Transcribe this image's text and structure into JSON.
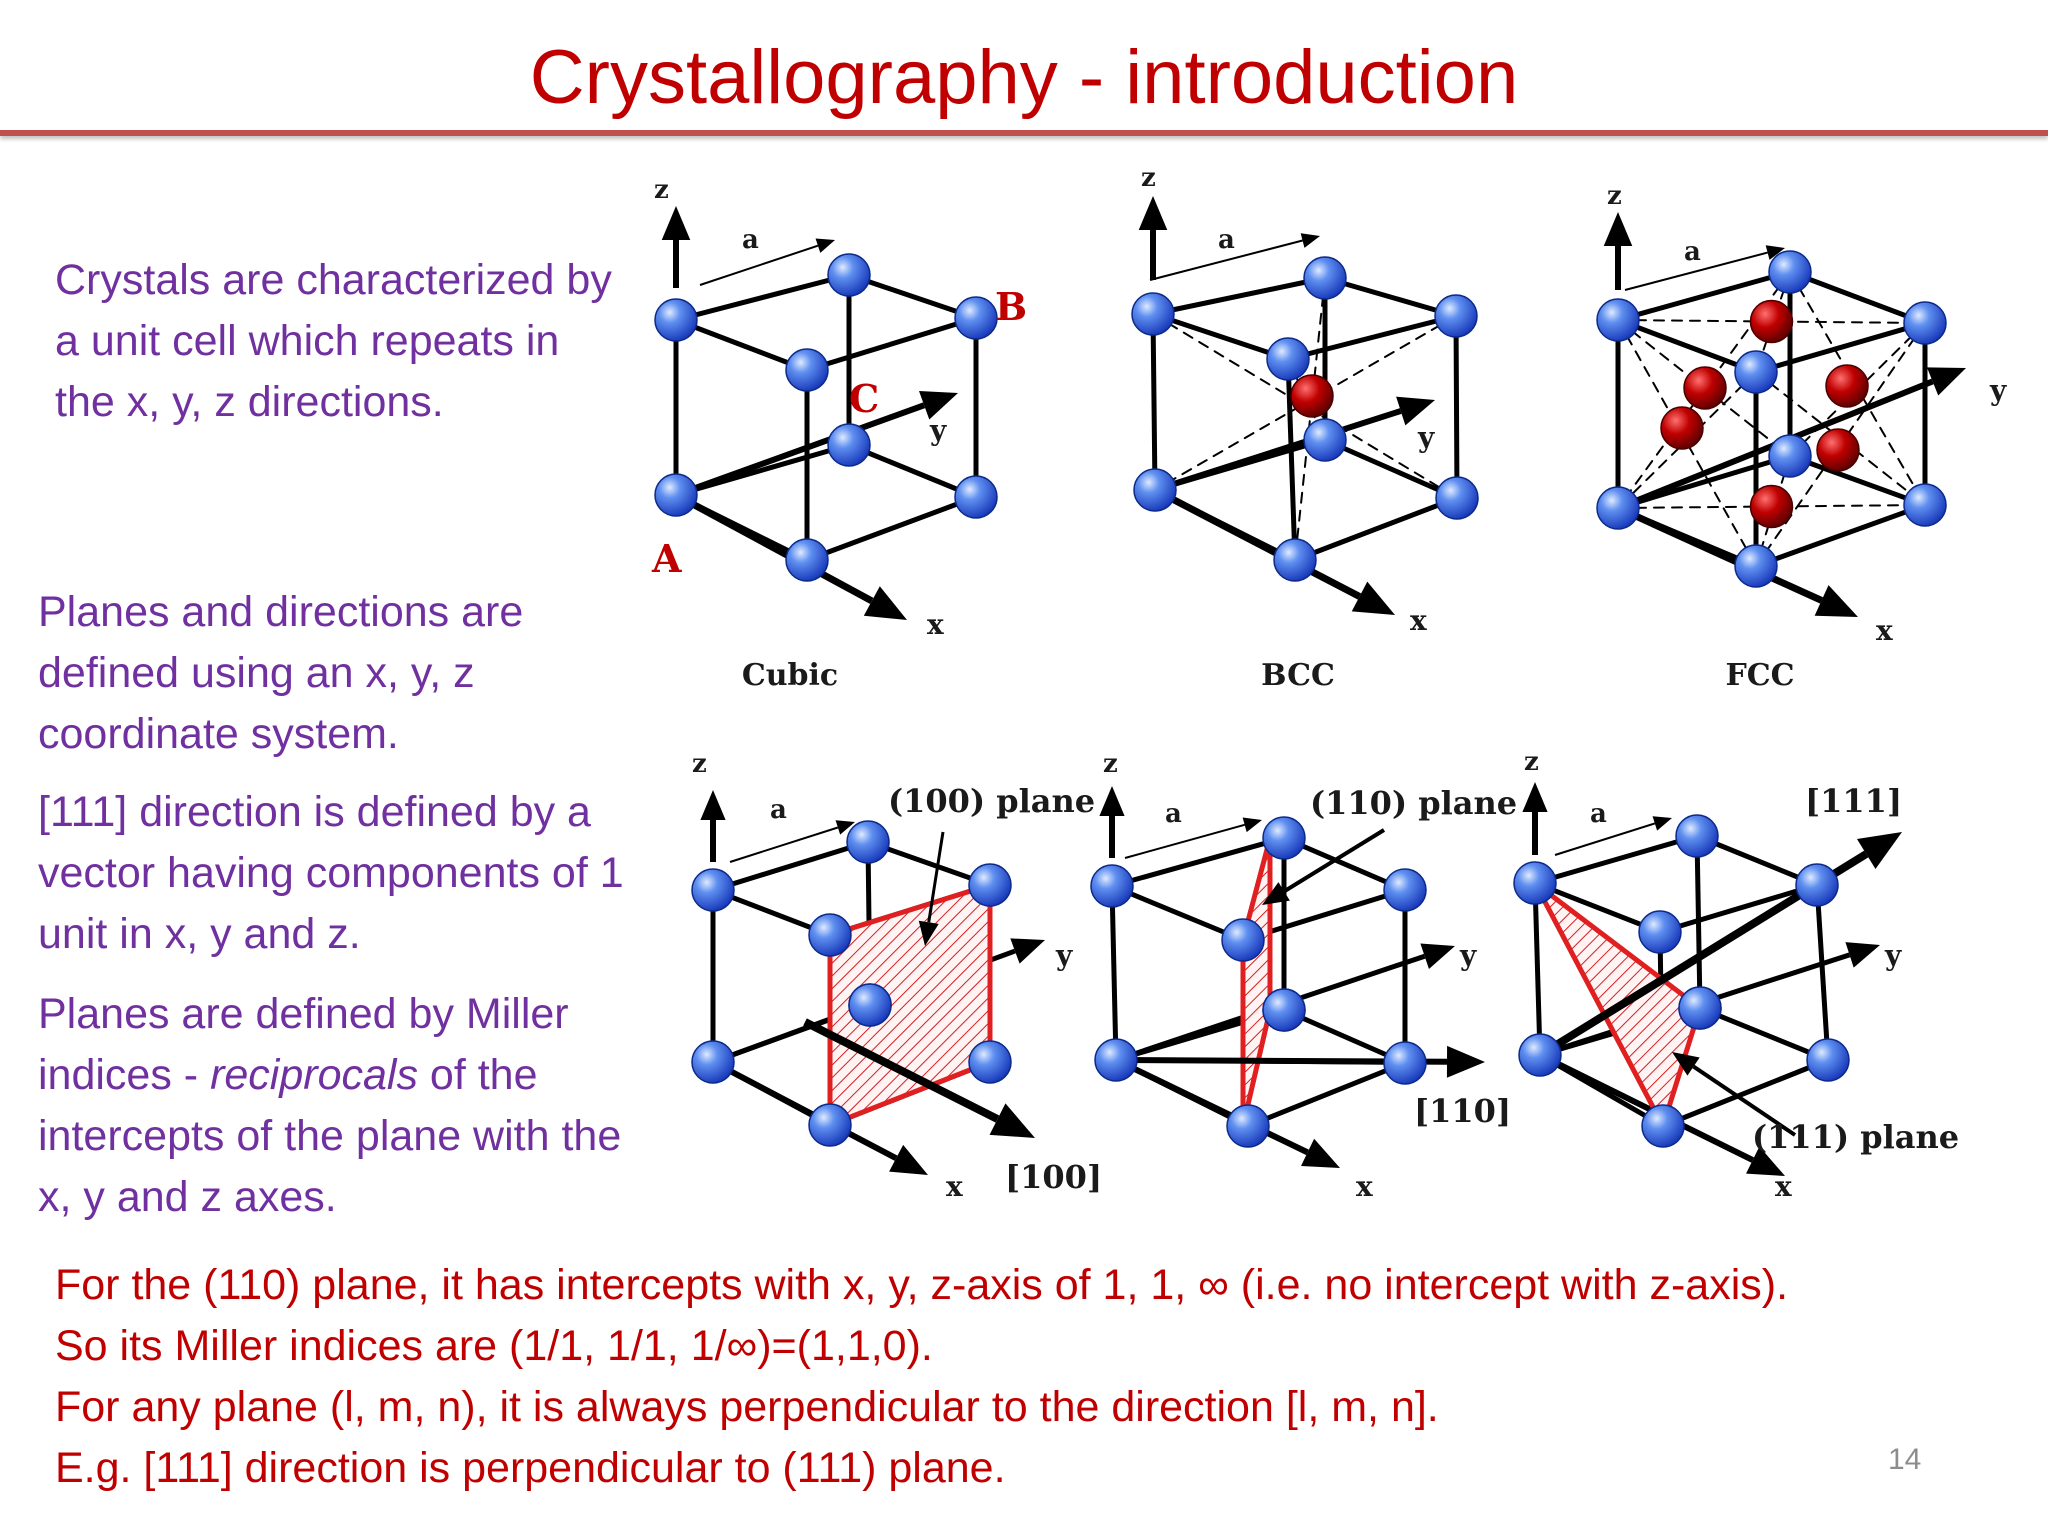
{
  "title": "Crystallography - introduction",
  "paragraphs": {
    "p1": "Crystals are characterized by a unit cell which repeats in the x, y, z directions.",
    "p2": "Planes and directions are defined using an x, y, z coordinate system.",
    "p3": "[111] direction is defined by a vector having components of 1 unit in x, y and z.",
    "p4_before": "Planes are defined by Miller indices - ",
    "p4_italic": "reciprocals",
    "p4_after": " of the intercepts of the plane with the x, y and z axes."
  },
  "notes": {
    "line1": "For the (110) plane, it has intercepts with x, y, z-axis of 1, 1, ∞ (i.e. no intercept with z-axis).",
    "line2": "So its Miller indices are (1/1, 1/1, 1/∞)=(1,1,0).",
    "line3": "For any plane (l, m, n), it is always perpendicular to the direction [l, m, n].",
    "line4": "E.g. [111] direction is perpendicular to (111) plane."
  },
  "slide_number": "14",
  "diagram": {
    "axis_x": "x",
    "axis_y": "y",
    "axis_z": "z",
    "lattice_const": "a",
    "corner_A": "A",
    "corner_B": "B",
    "corner_C": "C",
    "cubic_label": "Cubic",
    "bcc_label": "BCC",
    "fcc_label": "FCC",
    "plane100_label": "(100) plane",
    "dir100_label": "[100]",
    "plane110_label": "(110) plane",
    "dir110_label": "[110]",
    "plane111_label": "(111) plane",
    "dir111_label": "[111]"
  },
  "colors": {
    "title": "#c00000",
    "body_text": "#7030a0",
    "note_text": "#c00000",
    "atom_blue": "#3a6ee8",
    "atom_red": "#b00000",
    "plane_red": "#e02020"
  }
}
